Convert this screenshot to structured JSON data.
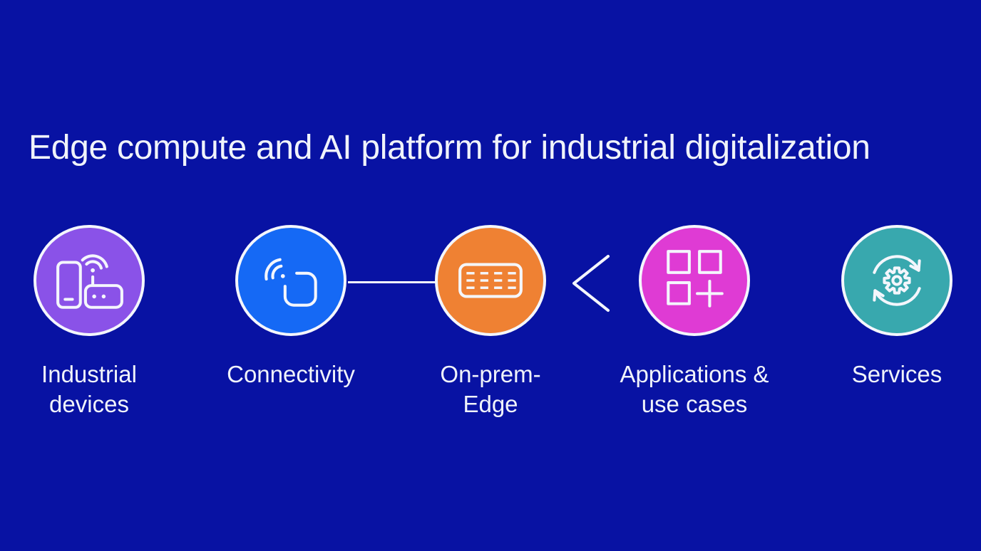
{
  "slide": {
    "title": "Edge compute and AI platform for industrial digitalization",
    "background_color": "#0812a3",
    "text_color": "#f0f3fa",
    "stroke_color": "#f4f6fc"
  },
  "nodes": [
    {
      "label": "Industrial devices",
      "color": "#8a52e8",
      "icon": "industrial-devices-icon"
    },
    {
      "label": "Connectivity",
      "color": "#1569f5",
      "icon": "wireless-connectivity-icon"
    },
    {
      "label": "On-prem-Edge",
      "color": "#ef8133",
      "icon": "edge-keyboard-icon"
    },
    {
      "label": "Applications & use cases",
      "color": "#df3bd4",
      "icon": "apps-grid-plus-icon"
    },
    {
      "label": "Services",
      "color": "#38a8ae",
      "icon": "gear-cycle-icon"
    }
  ],
  "connectors": {
    "line": {
      "from": "Connectivity",
      "to": "On-prem-Edge",
      "style": "solid"
    },
    "chevron": {
      "direction": "left",
      "between": [
        "On-prem-Edge",
        "Applications & use cases"
      ]
    }
  }
}
